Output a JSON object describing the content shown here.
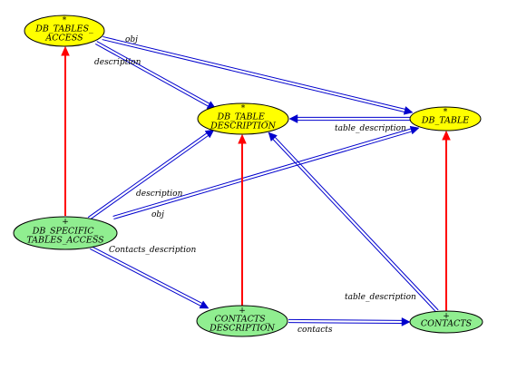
{
  "colors": {
    "background": "#ffffff",
    "deferred_class_fill": "#ffff00",
    "effective_class_fill": "#90ee90",
    "client_edge": "#0000cd",
    "inheritance_edge": "#ff0000"
  },
  "nodes": [
    {
      "id": "db_tables_access",
      "marker": "*",
      "lines": [
        "DB_TABLES_",
        "ACCESS"
      ],
      "kind": "deferred"
    },
    {
      "id": "db_table_description",
      "marker": "*",
      "lines": [
        "DB_TABLE_",
        "DESCRIPTION"
      ],
      "kind": "deferred"
    },
    {
      "id": "db_table",
      "marker": "*",
      "lines": [
        "DB_TABLE"
      ],
      "kind": "deferred"
    },
    {
      "id": "db_specific_tables_access",
      "marker": "+",
      "lines": [
        "DB_SPECIFIC_",
        "TABLES_ACCESS"
      ],
      "kind": "effective"
    },
    {
      "id": "contacts_description",
      "marker": "+",
      "lines": [
        "CONTACTS_",
        "DESCRIPTION"
      ],
      "kind": "effective"
    },
    {
      "id": "contacts",
      "marker": "+",
      "lines": [
        "CONTACTS"
      ],
      "kind": "effective"
    }
  ],
  "edges": [
    {
      "id": "tables-access-to-table-description",
      "from": "db_tables_access",
      "to": "db_table_description",
      "kind": "client",
      "label": "description"
    },
    {
      "id": "tables-access-to-table",
      "from": "db_tables_access",
      "to": "db_table",
      "kind": "client",
      "label": "obj"
    },
    {
      "id": "table-to-table-description",
      "from": "db_table",
      "to": "db_table_description",
      "kind": "client",
      "label": "table_description"
    },
    {
      "id": "specific-to-table-description",
      "from": "db_specific_tables_access",
      "to": "db_table_description",
      "kind": "client",
      "label": "description"
    },
    {
      "id": "specific-to-table",
      "from": "db_specific_tables_access",
      "to": "db_table",
      "kind": "client",
      "label": "obj"
    },
    {
      "id": "specific-to-contacts-description",
      "from": "db_specific_tables_access",
      "to": "contacts_description",
      "kind": "client",
      "label": "Contacts_description"
    },
    {
      "id": "contacts-description-to-contacts",
      "from": "contacts_description",
      "to": "contacts",
      "kind": "client",
      "label": "contacts"
    },
    {
      "id": "contacts-to-table-description",
      "from": "contacts",
      "to": "db_table_description",
      "kind": "client",
      "label": "table_description"
    },
    {
      "id": "specific-inherits-tables-access",
      "from": "db_specific_tables_access",
      "to": "db_tables_access",
      "kind": "inheritance",
      "label": ""
    },
    {
      "id": "contacts-description-inherits-table-description",
      "from": "contacts_description",
      "to": "db_table_description",
      "kind": "inheritance",
      "label": ""
    },
    {
      "id": "contacts-inherits-table",
      "from": "contacts",
      "to": "db_table",
      "kind": "inheritance",
      "label": ""
    }
  ]
}
